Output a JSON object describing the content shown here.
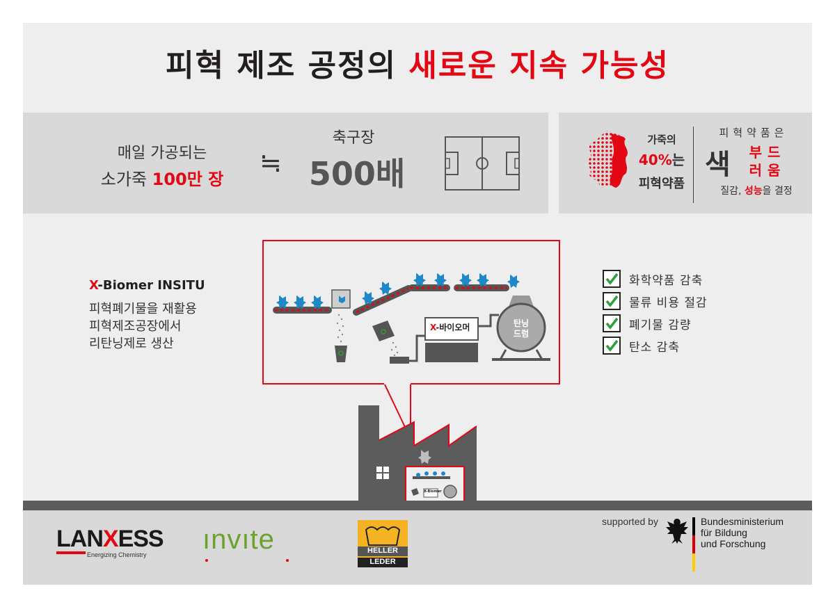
{
  "title": {
    "part1": "피혁 제조 공정의 ",
    "part2": "새로운 지속 가능성"
  },
  "stats": {
    "line1": "매일 가공되는",
    "line2_pre": "소가죽 ",
    "line2_red": "100만 장",
    "approx": "≒",
    "line3": "축구장",
    "big": "500배"
  },
  "chemicals": {
    "line1": "가죽의",
    "pct_red": "40%",
    "pct_suffix": "는",
    "line3": "피혁약품",
    "right_top": "피혁약품은",
    "big_char": "색",
    "red_lines": [
      "부드",
      "러움"
    ],
    "bottom_pre": "질감, ",
    "bottom_red": "성능",
    "bottom_post": "을 결정"
  },
  "xbiomer": {
    "title_red": "X",
    "title_rest": "-Biomer INSITU",
    "lines": [
      "피혁폐기물을 재활용",
      "피혁제조공장에서",
      "리탄닝제로 생산"
    ]
  },
  "process": {
    "label_red": "X",
    "label_rest": "-바이오머",
    "drum_lines": [
      "탄닝",
      "드럼"
    ],
    "mini_label": "X-Biomer"
  },
  "benefits": [
    "화학약품 감축",
    "물류 비용 절감",
    "폐기물 감량",
    "탄소 감축"
  ],
  "footer": {
    "lanxess_pre": "LAN",
    "lanxess_red": "X",
    "lanxess_post": "ESS",
    "lanxess_tag": "Energizing Chemistry",
    "invite": "ınvıte",
    "heller_top": "HELLER",
    "heller_bottom": "LEDER",
    "supported": "supported by",
    "bmbf": [
      "Bundesministerium",
      "für Bildung",
      "und Forschung"
    ]
  },
  "colors": {
    "accent": "#e30613",
    "leather_blue": "#1e88c8",
    "grey_panel": "#d9d9d9",
    "check_green": "#2e9e3a"
  }
}
